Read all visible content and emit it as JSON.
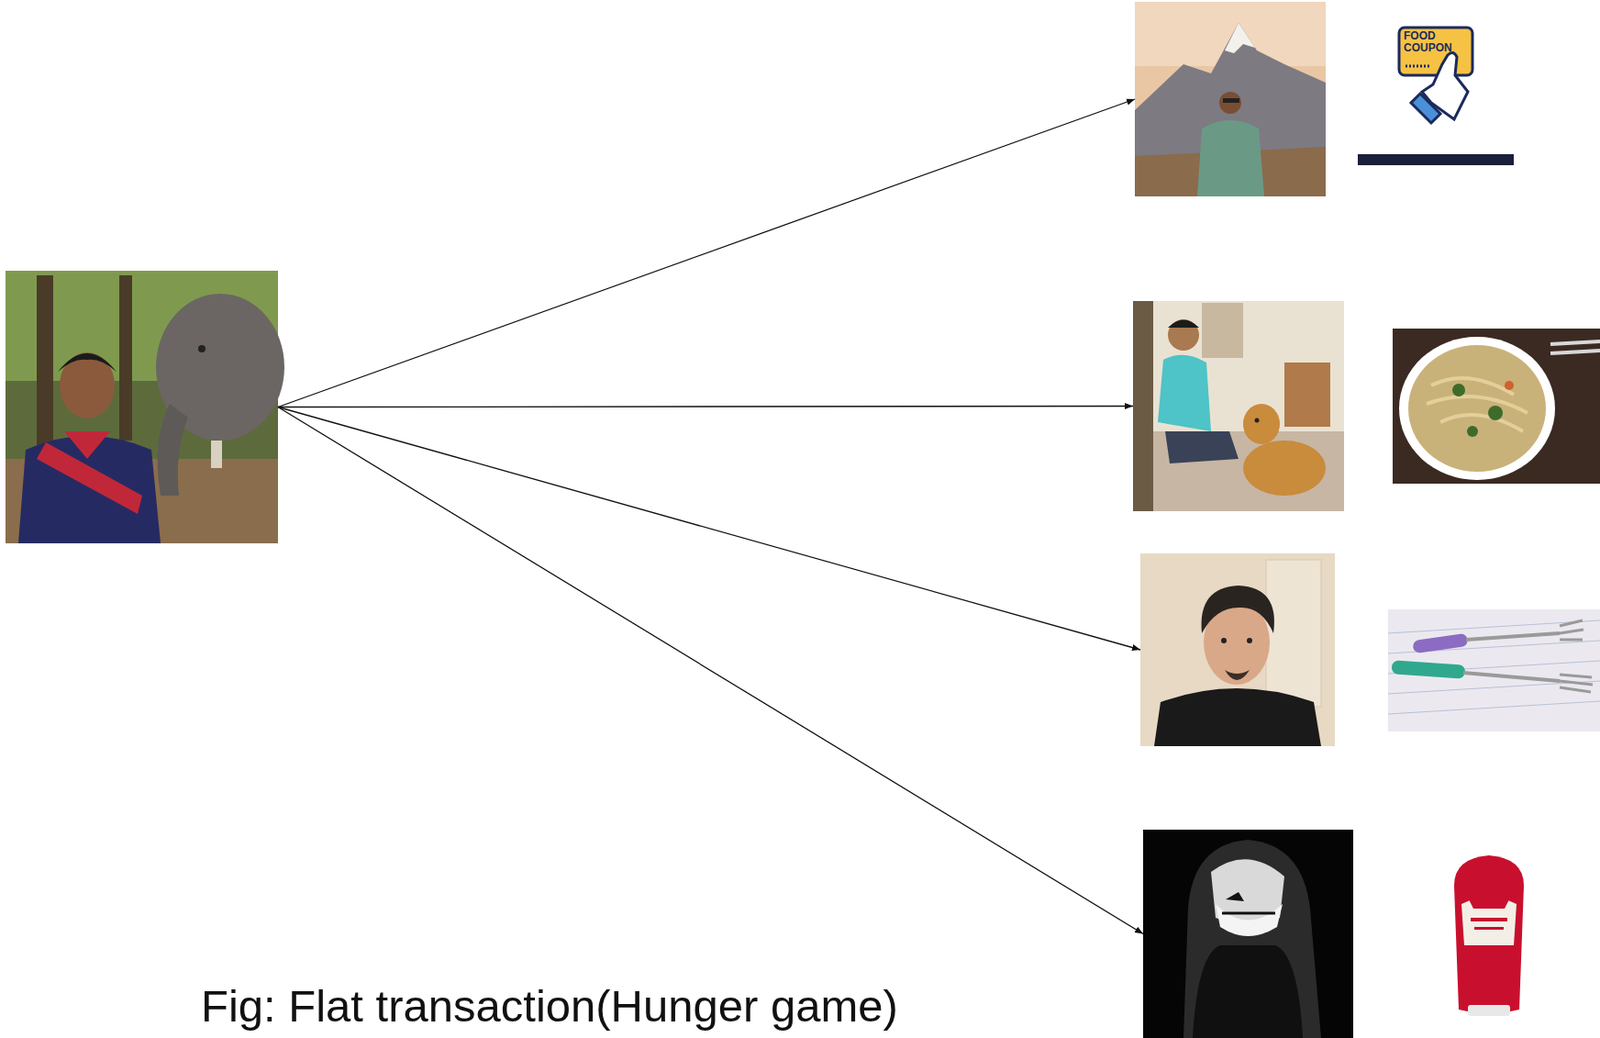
{
  "diagram": {
    "caption": "Fig: Flat transaction(Hunger game)",
    "nodes": [
      {
        "text": []
      },
      {
        "text": []
      },
      {
        "text": []
      },
      {
        "text": []
      },
      {
        "text": []
      }
    ],
    "edges": [
      {
        "from": 0,
        "to": 1,
        "arrow": "to"
      },
      {
        "from": 0,
        "to": 2,
        "arrow": "to"
      },
      {
        "from": 0,
        "to": 3,
        "arrow": "to"
      },
      {
        "from": 0,
        "to": 4,
        "arrow": "to"
      }
    ],
    "labels": [
      "FOOD COUPON"
    ]
  }
}
